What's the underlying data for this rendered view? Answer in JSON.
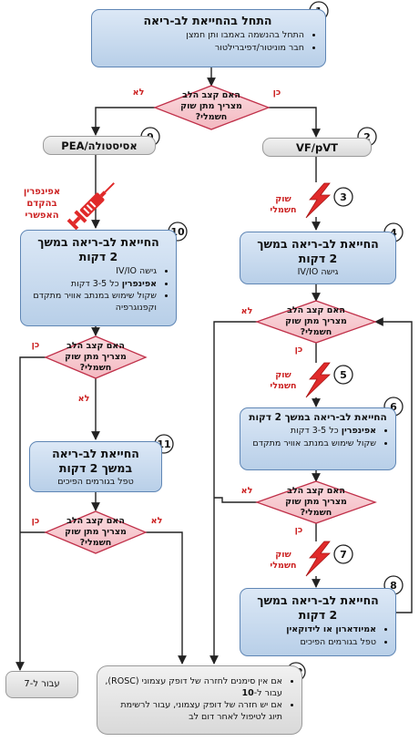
{
  "colors": {
    "step_fill": "#c9daf0",
    "step_border": "#5f86b5",
    "decision_fill": "#f7c9cf",
    "decision_border": "#c0314a",
    "label_red": "#cc2323",
    "arrow": "#222222",
    "lightning": "#e02a2a"
  },
  "labels": {
    "yes": "כן",
    "no": "לא",
    "shock": [
      "שוק",
      "חשמלי"
    ]
  },
  "decision": [
    "האם קצב הלב",
    "מצריך מתן שוק",
    "חשמלי?"
  ],
  "steps": {
    "s1": {
      "num": "1",
      "title": "התחל בהחייאת לב-ריאה",
      "bullets": [
        "התחל בהנשמה באמבו ותן חמצן",
        "חבר מוניטור/דפיברילטור"
      ]
    },
    "s2": {
      "num": "2",
      "title": "VF/pVT"
    },
    "s3": {
      "num": "3"
    },
    "s4": {
      "num": "4",
      "title": [
        "החייאת לב-ריאה במשך",
        "2 דקות"
      ],
      "line": "גישה IV/IO"
    },
    "s5": {
      "num": "5"
    },
    "s6": {
      "num": "6",
      "title": "החייאת לב-ריאה במשך 2 דקות",
      "bullets": [
        {
          "b": "אפינפרין",
          "t": " כל 3-5 דקות"
        },
        {
          "t": "שקול שימוש במנתב אוויר מתקדם"
        }
      ]
    },
    "s7": {
      "num": "7"
    },
    "s8": {
      "num": "8",
      "title": [
        "החייאת לב-ריאה במשך",
        "2 דקות"
      ],
      "bullets": [
        {
          "b": "אמיודארון או לידוקאין"
        },
        {
          "t": "טפל בגורמים הפיכים"
        }
      ]
    },
    "s9": {
      "num": "9",
      "title": "אסיסטולה/PEA"
    },
    "s10": {
      "num": "10",
      "title": [
        "החייאת לב-ריאה במשך",
        "2 דקות"
      ],
      "bullets": [
        {
          "t": "גישה IV/IO"
        },
        {
          "b": "אפינפרין",
          "t": " כל 3-5 דקות"
        },
        {
          "t": "שקול שימוש במנתב אוויר מתקדם וקפנוגרפיה"
        }
      ]
    },
    "s11": {
      "num": "11",
      "title": [
        "החייאת לב-ריאה",
        "במשך 2 דקות"
      ],
      "line": "טפל בגורמים הפיכים"
    },
    "s12": {
      "num": "12",
      "bullets": [
        {
          "t": "אם אין סימנים לחזרה של דופק עצמוני (ROSC), עבור ל-",
          "b": "10"
        },
        {
          "t": "אם יש חזרה של דופק עצמוני, עבור לרשימת תיוג לטיפול לאחר דום לב"
        }
      ]
    },
    "goto7": {
      "text": "עבור ל-7"
    }
  },
  "epinephrine_note": [
    "אפינפרין",
    "בהקדם",
    "האפשרי"
  ]
}
